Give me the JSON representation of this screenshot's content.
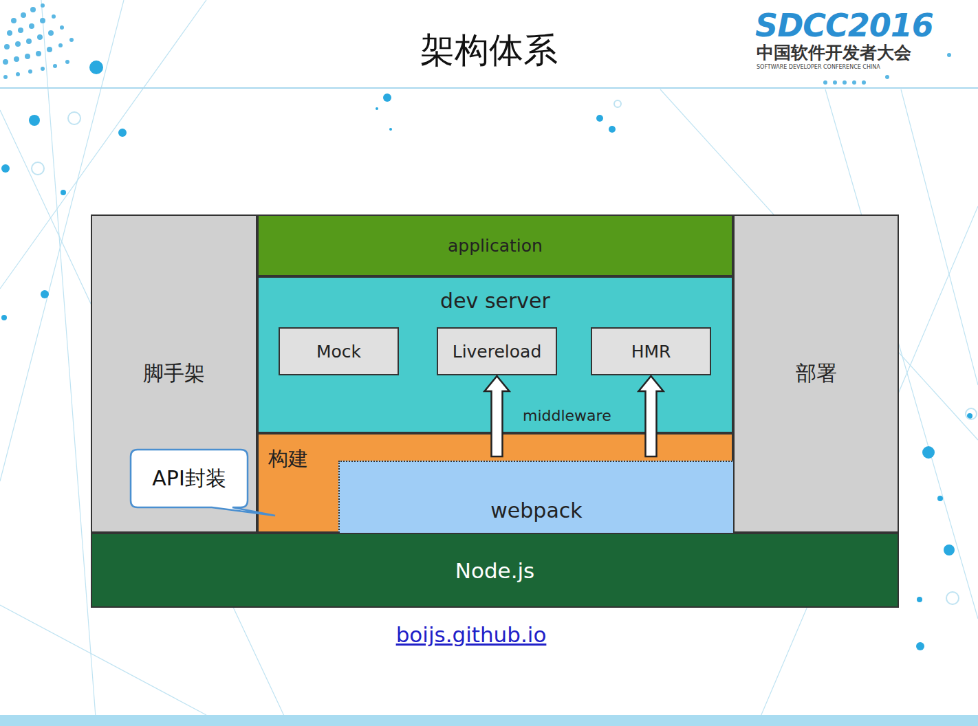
{
  "diagram": {
    "title": "架构体系",
    "caption": "boijs.github.io",
    "nodes": [
      {
        "text": [
          "脚手架"
        ]
      },
      {
        "text": [
          "application"
        ]
      },
      {
        "text": [
          "dev server"
        ]
      },
      {
        "text": [
          "Mock"
        ],
        "in": 2
      },
      {
        "text": [
          "Livereload"
        ],
        "in": 2
      },
      {
        "text": [
          "HMR"
        ],
        "in": 2
      },
      {
        "text": [
          "构建"
        ]
      },
      {
        "text": [
          "webpack"
        ],
        "in": 6
      },
      {
        "text": [
          "部署"
        ]
      },
      {
        "text": [
          "Node.js"
        ]
      },
      {
        "text": [
          "API封装"
        ]
      }
    ],
    "edges": [
      {
        "from": 7,
        "to": 4,
        "arrow": "to"
      },
      {
        "from": 7,
        "to": 5,
        "arrow": "to"
      }
    ],
    "labels": [
      "middleware",
      "SDCC2016",
      "中国软件开发者大会",
      "SOFTWARE DEVELOPER CONFERENCE CHINA"
    ]
  }
}
